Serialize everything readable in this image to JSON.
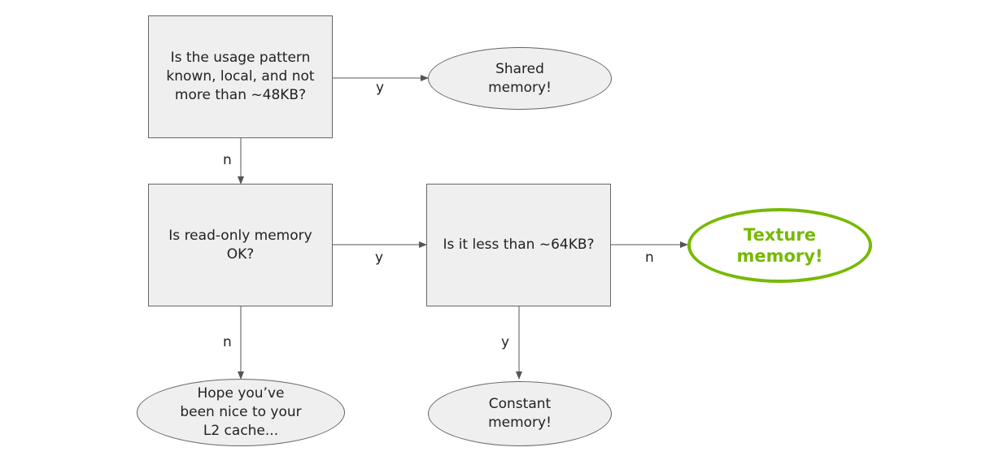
{
  "nodes": {
    "q1": "Is the usage pattern\nknown, local, and not\nmore than ~48KB?",
    "shared": "Shared\nmemory!",
    "q2": "Is read-only memory\nOK?",
    "q3": "Is it less than ~64KB?",
    "texture": "Texture\nmemory!",
    "l2": "Hope you’ve\nbeen nice to your\nL2 cache...",
    "constant": "Constant\nmemory!"
  },
  "edges": {
    "q1_shared": "y",
    "q1_q2": "n",
    "q2_q3": "y",
    "q3_texture": "n",
    "q2_l2": "n",
    "q3_constant": "y"
  },
  "colors": {
    "node_fill": "#efefef",
    "node_border": "#666666",
    "arrow": "#555555",
    "highlight": "#76b900"
  }
}
